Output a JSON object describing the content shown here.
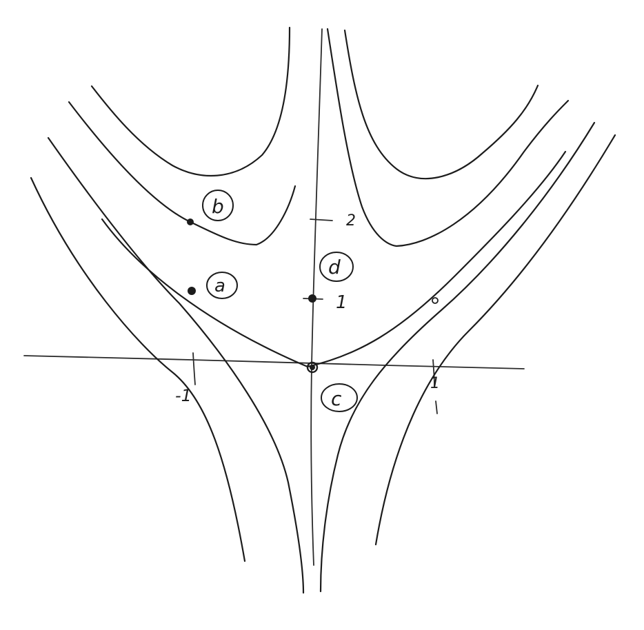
{
  "diagram": {
    "ink_color": "#1c1c1c",
    "background": "#ffffff",
    "tick_labels": {
      "y_two": "2",
      "y_one": "1",
      "x_neg_one": "-1",
      "x_one": "1"
    },
    "points": [
      {
        "id": "a",
        "label": "a"
      },
      {
        "id": "b",
        "label": "b"
      },
      {
        "id": "c",
        "label": "c"
      },
      {
        "id": "d",
        "label": "d"
      }
    ]
  }
}
